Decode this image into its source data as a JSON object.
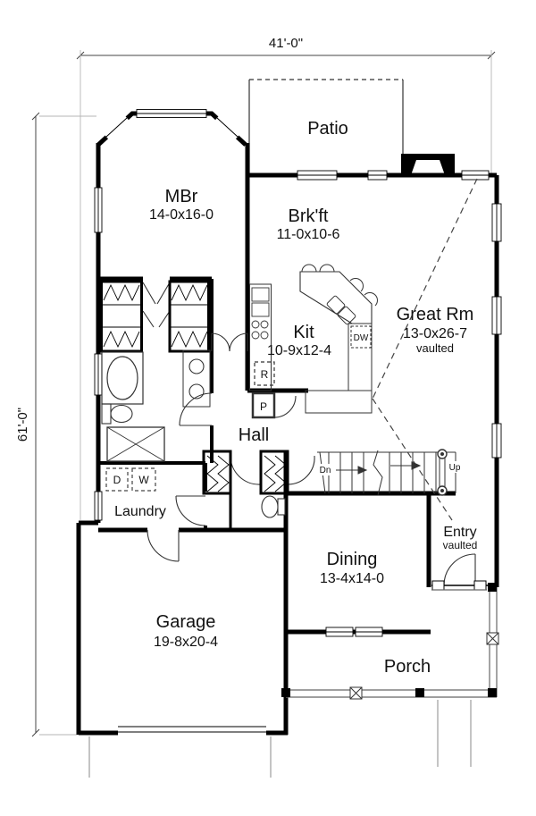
{
  "dims": {
    "width": "41'-0\"",
    "height": "61'-0\""
  },
  "rooms": {
    "patio": {
      "name": "Patio"
    },
    "mbr": {
      "name": "MBr",
      "size": "14-0x16-0"
    },
    "brkft": {
      "name": "Brk'ft",
      "size": "11-0x10-6"
    },
    "great": {
      "name": "Great Rm",
      "size": "13-0x26-7",
      "note": "vaulted"
    },
    "kit": {
      "name": "Kit",
      "size": "10-9x12-4"
    },
    "hall": {
      "name": "Hall"
    },
    "laundry": {
      "name": "Laundry"
    },
    "dining": {
      "name": "Dining",
      "size": "13-4x14-0"
    },
    "entry": {
      "name": "Entry",
      "note": "vaulted"
    },
    "garage": {
      "name": "Garage",
      "size": "19-8x20-4"
    },
    "porch": {
      "name": "Porch"
    }
  },
  "labels": {
    "down": "Dn",
    "up": "Up",
    "dryer": "D",
    "washer": "W",
    "refrigerator": "R",
    "pantry": "P",
    "dishwasher": "DW"
  },
  "colors": {
    "wall": "#000000",
    "thin": "#333333",
    "light": "#9a9a9a",
    "bg": "#ffffff"
  }
}
